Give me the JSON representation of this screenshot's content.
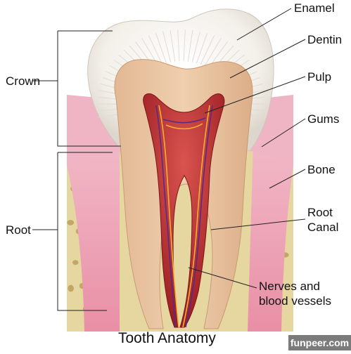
{
  "title": "Tooth Anatomy",
  "watermark": "funpeer.com",
  "labels": {
    "crown": "Crown",
    "root": "Root",
    "enamel": "Enamel",
    "dentin": "Dentin",
    "pulp": "Pulp",
    "gums": "Gums",
    "bone": "Bone",
    "root_canal": [
      "Root",
      "Canal"
    ],
    "nerves": [
      "Nerves and",
      "blood vessels"
    ]
  },
  "colors": {
    "enamel": "#f1eee8",
    "dentin": "#e8c3a0",
    "pulp": "#b3262a",
    "gums": "#eda5b5",
    "bone": "#e6d69f",
    "bone_pores": "#c2a766",
    "nerve": "#5a2a8a",
    "vessel": "#f2b233"
  }
}
